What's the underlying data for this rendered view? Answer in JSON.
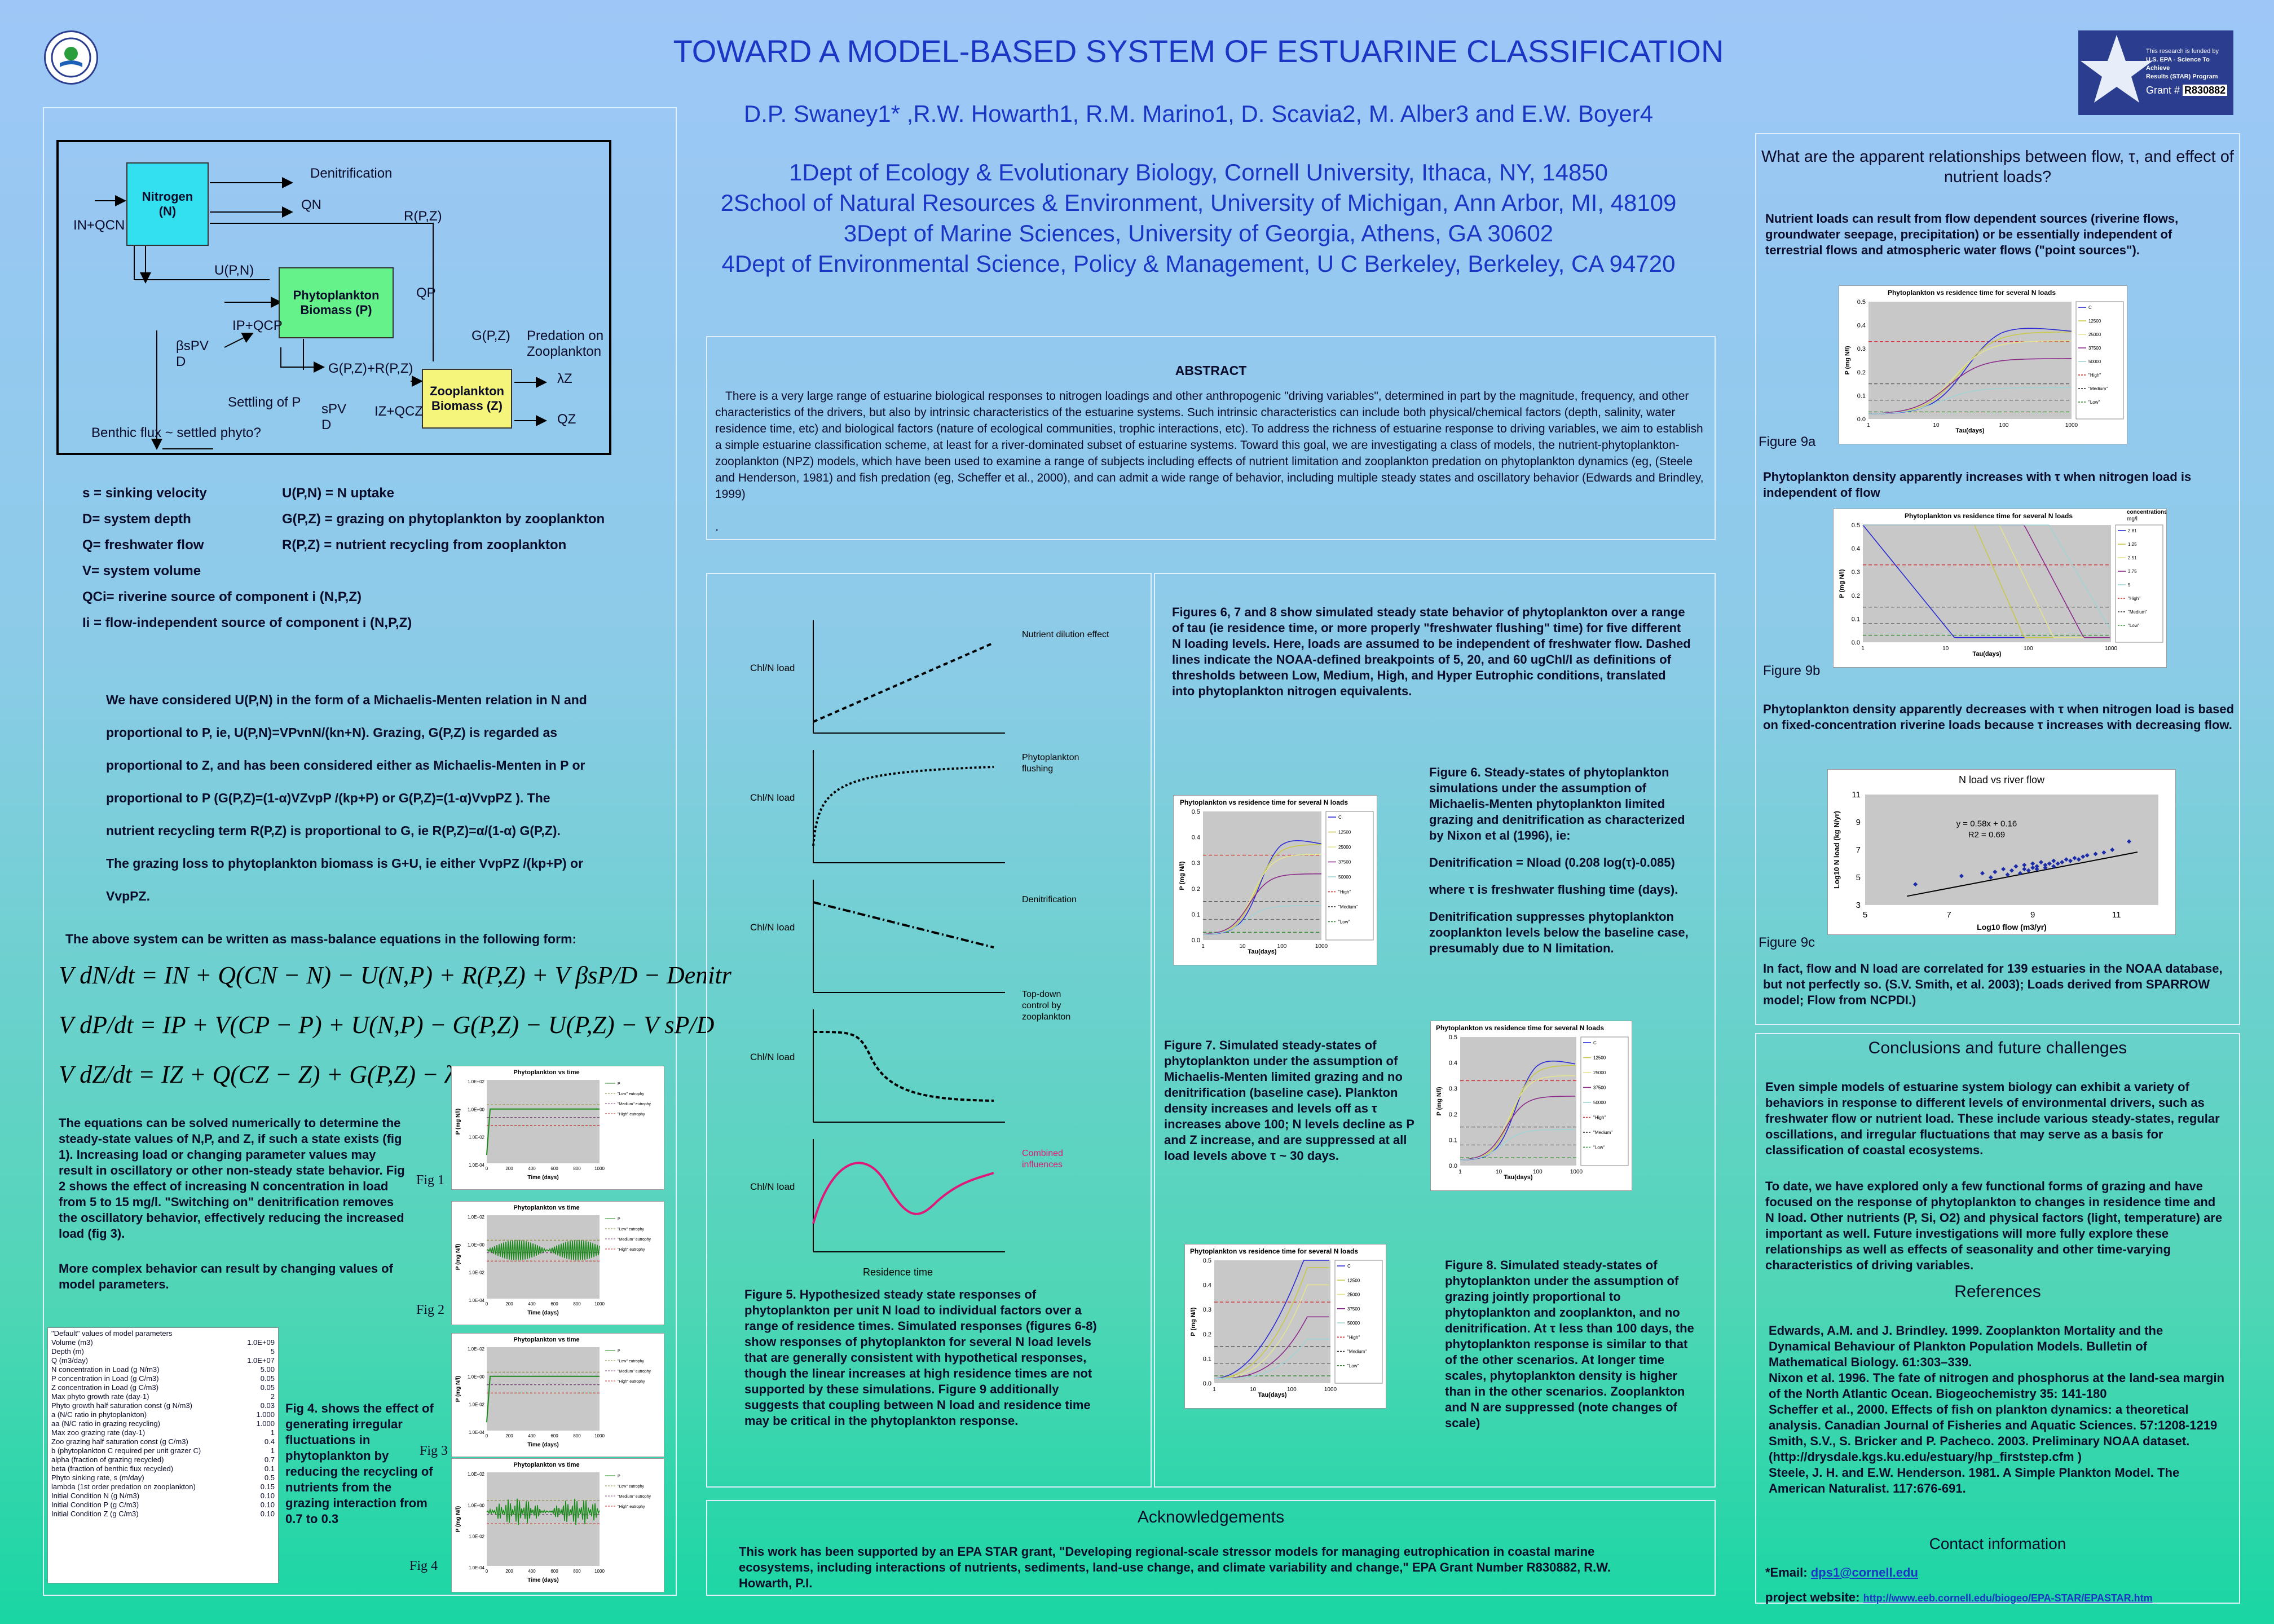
{
  "header": {
    "title": "TOWARD A MODEL-BASED SYSTEM OF ESTUARINE CLASSIFICATION",
    "authors": "D.P. Swaney1* ,R.W. Howarth1, R.M. Marino1, D. Scavia2, M. Alber3 and E.W. Boyer4",
    "affiliations": [
      "1Dept of Ecology & Evolutionary Biology, Cornell University, Ithaca, NY, 14850",
      "2School of Natural Resources & Environment, University of Michigan, Ann Arbor, MI, 48109",
      "3Dept of Marine Sciences, University of Georgia, Athens, GA 30602",
      "4Dept of Environmental Science, Policy & Management, U C Berkeley, Berkeley, CA 94720"
    ],
    "funding_line1": "This research is funded by",
    "funding_line2": "U.S. EPA - Science To Achieve",
    "funding_line3": "Results (STAR) Program",
    "grant_label": "Grant #",
    "grant_number": "R830882"
  },
  "model_diagram": {
    "nitrogen": "Nitrogen\n(N)",
    "phyto": "Phytoplankton\nBiomass (P)",
    "zoo": "Zooplankton\nBiomass (Z)",
    "denitrification": "Denitrification",
    "qn": "QN",
    "rpz": "R(P,Z)",
    "in_qc": "IN+QCN",
    "upn": "U(P,N)",
    "ip_qcp": "IP+QCP",
    "qp": "QP",
    "gpz": "G(P,Z)",
    "predation": "Predation on\nZooplankton",
    "bspv": "βsPV\nD",
    "gpz_rpz": "G(P,Z)+R(P,Z)",
    "settling": "Settling of P",
    "spv": "sPV\nD",
    "iz_qcz": "IZ+QCZ",
    "lambda_z": "λZ",
    "qz": "QZ",
    "benthic": "Benthic flux ~ settled phyto?"
  },
  "definitions": {
    "left": [
      "s = sinking velocity",
      "D= system depth",
      "Q= freshwater flow",
      "V= system volume",
      "QCi= riverine source of component i (N,P,Z)",
      "Ii = flow-independent source of component i (N,P,Z)"
    ],
    "right": [
      "U(P,N) =  N uptake",
      "G(P,Z) =  grazing on phytoplankton by zooplankton",
      "R(P,Z) = nutrient recycling from zooplankton"
    ]
  },
  "left_text": {
    "para1": [
      "We have considered U(P,N) in the form of a Michaelis-Menten relation in N and",
      "proportional to P, ie, U(P,N)=VPvnN/(kn+N).  Grazing, G(P,Z) is regarded as",
      "proportional to Z, and has been considered either as Michaelis-Menten in P or",
      "proportional to P (G(P,Z)=(1-α)VZvpP /(kp+P) or G(P,Z)=(1-α)VvpPZ ).  The",
      "nutrient recycling term R(P,Z) is proportional to G, ie R(P,Z)=α/(1-α) G(P,Z).",
      "The grazing loss to phytoplankton biomass is G+U, ie either VvpPZ /(kp+P) or",
      "VvpPZ."
    ],
    "mass_balance": "The above system can be written as mass-balance equations in the following form:",
    "eq1": "V dN/dt = IN + Q(CN − N) − U(N,P) + R(P,Z) + V βsP/D − Denitr",
    "eq2": "V dP/dt = IP + V(CP − P) + U(N,P) − G(P,Z) − U(P,Z) − V sP/D",
    "eq3": "V dZ/dt = IZ + Q(CZ − Z) + G(P,Z) − λ VZ",
    "solve_text": "The equations can be solved numerically to determine the steady-state values of N,P, and Z, if such a state exists (fig 1).  Increasing load or changing parameter values may result in oscillatory or other non-steady state behavior. Fig 2 shows the effect of increasing N concentration in load from 5 to 15 mg/l.  \"Switching on\" denitrification removes the oscillatory behavior, effectively reducing the increased load (fig 3).",
    "complex_text": "More complex behavior can result by changing values of model parameters.",
    "fig4_text": "Fig 4. shows the effect of generating irregular fluctuations in phytoplankton by reducing the recycling of nutrients from the grazing interaction from 0.7 to 0.3"
  },
  "param_table": {
    "title": "\"Default\" values of model parameters",
    "rows": [
      [
        "Volume (m3)",
        "1.0E+09"
      ],
      [
        "Depth (m)",
        "5"
      ],
      [
        "Q (m3/day)",
        "1.0E+07"
      ],
      [
        "N concentration in Load (g N/m3)",
        "5.00"
      ],
      [
        "P concentration in Load (g C/m3)",
        "0.05"
      ],
      [
        "Z concentration in Load (g C/m3)",
        "0.05"
      ],
      [
        "Max phyto growth rate (day-1)",
        "2"
      ],
      [
        "Phyto growth half saturation const (g N/m3)",
        "0.03"
      ],
      [
        "a (N/C ratio in phytoplankton)",
        "1.000"
      ],
      [
        "aa (N/C ratio in grazing recycling)",
        "1.000"
      ],
      [
        "Max zoo grazing rate (day-1)",
        "1"
      ],
      [
        "Zoo grazing half saturation const (g C/m3)",
        "0.4"
      ],
      [
        "b (phytoplankton C required per unit grazer C)",
        "1"
      ],
      [
        "alpha (fraction of grazing recycled)",
        "0.7"
      ],
      [
        "beta (fraction of benthic flux recycled)",
        "0.1"
      ],
      [
        "Phyto sinking rate, s (m/day)",
        "0.5"
      ],
      [
        "lambda (1st order predation on zooplankton)",
        "0.15"
      ],
      [
        "Initial Condition N (g N/m3)",
        "0.10"
      ],
      [
        "Initial Condition P (g C/m3)",
        "0.10"
      ],
      [
        "Initial Condition Z (g C/m3)",
        "0.10"
      ]
    ]
  },
  "time_charts": {
    "title": "Phytoplankton vs time",
    "ylabel": "P (mg N/l)",
    "xlabel": "Time (days)",
    "yticks": [
      "1.0E+02",
      "1.0E+00",
      "1.0E-02",
      "1.0E-04"
    ],
    "xticks": [
      "0",
      "200",
      "400",
      "600",
      "800",
      "1000"
    ],
    "legend": [
      "P",
      "\"Low\" eutrophy",
      "\"Medium\" eutrophy",
      "\"High\" eutrophy"
    ],
    "labels": [
      "Fig 1",
      "Fig 2",
      "Fig 3",
      "Fig 4"
    ]
  },
  "abstract": {
    "heading": "ABSTRACT",
    "body": "There is a very large range of estuarine biological responses to nitrogen loadings and other anthropogenic \"driving variables\", determined in part by the magnitude, frequency, and other characteristics of the drivers, but also by intrinsic characteristics of the estuarine systems. Such intrinsic characteristics can include both physical/chemical factors (depth, salinity, water residence time, etc) and biological factors (nature of ecological communities, trophic interactions, etc). To address the richness of estuarine response to driving variables, we aim to establish a simple estuarine classification scheme, at least for a river-dominated subset of estuarine systems. Toward this goal, we are investigating a class of models, the nutrient-phytoplankton-zooplankton (NPZ) models, which have been used to examine a range of subjects including effects of nutrient limitation and zooplankton predation on phytoplankton dynamics (eg, (Steele and Henderson, 1981) and fish predation (eg, Scheffer et al., 2000), and can admit a wide range of behavior, including multiple steady states and oscillatory behavior (Edwards and Brindley, 1999)",
    "dot": "."
  },
  "fig5": {
    "ylabel": "Chl/N load",
    "xlabel": "Residence time",
    "panels": [
      "Nutrient dilution effect",
      "Phytoplankton\nflushing",
      "Denitrification",
      "Top-down\ncontrol by\nzooplankton",
      "Combined\ninfluences"
    ],
    "caption": "Figure 5. Hypothesized steady state responses of phytoplankton per unit N load to individual factors over a range of residence times.  Simulated responses (figures 6-8) show responses of phytoplankton for several N load levels that are generally consistent with hypothetical responses, though the linear increases at high residence times are not supported by these simulations.  Figure 9 additionally suggests that coupling between N load and residence time may be critical in the phytoplankton response."
  },
  "middle_text": {
    "intro": "Figures  6, 7 and 8 show simulated steady state behavior of phytoplankton over a range of tau (ie residence time, or more properly \"freshwater flushing\" time) for five different N loading levels.  Here, loads are assumed to be independent of freshwater flow.  Dashed lines indicate the NOAA-defined breakpoints of 5, 20, and 60  ugChl/l as definitions of thresholds between Low, Medium, High, and Hyper Eutrophic conditions, translated into phytoplankton nitrogen equivalents.",
    "fig6_a": "Figure 6. Steady-states of phytoplankton simulations under the assumption of Michaelis-Menten phytoplankton limited grazing and denitrification as characterized by Nixon et al (1996), ie:",
    "fig6_b": "Denitrification = Nload (0.208 log(τ)-0.085)",
    "fig6_c": "where τ is freshwater flushing time (days).",
    "fig6_d": "Denitrification suppresses phytoplankton zooplankton levels below the baseline case, presumably due to N limitation.",
    "fig7": "Figure 7. Simulated steady-states of phytoplankton under the assumption of Michaelis-Menten limited grazing and no denitrification (baseline case). Plankton density increases and levels off as τ increases above 100; N levels decline as P and Z increase, and are suppressed at all load levels above  τ ~ 30 days.",
    "fig8": "Figure 8. Simulated steady-states of phytoplankton under the assumption of  grazing jointly proportional to phytoplankton and zooplankton, and no denitrification.  At τ less than 100 days, the phytoplankton response is similar to that of the other scenarios. At longer time scales, phytoplankton density is higher than in the other scenarios.  Zooplankton and N are suppressed (note changes of scale)"
  },
  "tau_chart": {
    "title": "Phytoplankton vs residence time for several N loads",
    "ylabel": "P (mg N/l)",
    "xlabel": "Tau(days)",
    "xticks": [
      "1",
      "10",
      "100",
      "1000"
    ],
    "yticks": [
      "0.5",
      "0.4",
      "0.3",
      "0.2",
      "0.1",
      "0.0"
    ],
    "legend": [
      "C",
      "12500",
      "25000",
      "37500",
      "50000",
      "\"High\"",
      "\"Medium\"",
      "\"Low\""
    ],
    "legend_b_title": "concentrations\nmg/l",
    "legend_b": [
      "2.81",
      "1.25",
      "2.51",
      "3.75",
      "5",
      "\"High\"",
      "\"Medium\"",
      "\"Low\""
    ]
  },
  "right": {
    "question": "What are the apparent relationships between flow, τ, and effect of nutrient loads?",
    "intro": "Nutrient loads can result from flow dependent sources (riverine flows, groundwater seepage, precipitation) or be essentially independent of terrestrial flows and atmospheric water flows (\"point sources\").",
    "fig9a_label": "Figure 9a",
    "fig9a_text": "Phytoplankton density apparently increases with τ when nitrogen load is independent of flow",
    "fig9b_label": "Figure 9b",
    "fig9b_text": "Phytoplankton density apparently decreases with τ when nitrogen load is based on fixed-concentration riverine loads because τ increases with decreasing flow.",
    "fig9c_label": "Figure 9c",
    "fig9c_text": "In fact, flow and N load are correlated for 139 estuaries in the NOAA database, but not perfectly so. (S.V. Smith, et al. 2003); Loads derived from SPARROW model; Flow from NCPDI.)",
    "conclusions_head": "Conclusions and future challenges",
    "conclusions_1": "Even simple models of estuarine system biology can exhibit a variety of behaviors in response to different levels of environmental drivers, such as freshwater flow or nutrient load.  These include various steady-states, regular oscillations, and irregular fluctuations that may serve as a basis for classification of coastal ecosystems.",
    "conclusions_2": "To date, we have explored only a few functional forms of grazing and have focused on the response of phytoplankton to changes in residence time and N load.  Other nutrients (P, Si, O2) and physical factors (light, temperature) are important as well.  Future investigations will more fully explore these relationships as well as effects of seasonality and other time-varying characteristics of driving variables.",
    "references_head": "References",
    "references": [
      "Edwards, A.M. and J. Brindley. 1999. Zooplankton Mortality and the Dynamical Behaviour of Plankton Population Models. Bulletin of Mathematical Biology. 61:303–339.",
      "Nixon et al. 1996. The fate of nitrogen and phosphorus at the land-sea margin of the North Atlantic Ocean. Biogeochemistry 35: 141-180",
      "Scheffer et al., 2000. Effects of fish on plankton dynamics: a theoretical analysis. Canadian Journal of Fisheries and Aquatic Sciences. 57:1208-1219",
      "Smith, S.V., S. Bricker and P. Pacheco. 2003. Preliminary NOAA dataset. (http://drysdale.kgs.ku.edu/estuary/hp_firststep.cfm )",
      "Steele, J. H. and E.W. Henderson. 1981. A Simple Plankton Model. The American Naturalist. 117:676-691."
    ],
    "contact_head": "Contact  information",
    "email_label": "*Email:",
    "email": "dps1@cornell.edu",
    "website_label": "project website:",
    "website": "http://www.eeb.cornell.edu/biogeo/EPA-STAR/EPASTAR.htm"
  },
  "scatter": {
    "title": "N load vs river flow",
    "equation": "y = 0.58x + 0.16",
    "r2": "R2 = 0.69",
    "xlabel": "Log10 flow (m3/yr)",
    "ylabel": "Log10 N load (kg N/yr)",
    "xticks": [
      "5",
      "7",
      "9",
      "11"
    ],
    "yticks": [
      "11",
      "9",
      "7",
      "5",
      "3"
    ]
  },
  "acknowledgements": {
    "heading": "Acknowledgements",
    "body": "This work has been supported by an EPA STAR grant, \"Developing regional-scale stressor models for managing eutrophication in coastal marine ecosystems, including interactions of nutrients, sediments, land-use change, and climate variability and change,\" EPA Grant Number R830882,  R.W. Howarth, P.I."
  },
  "colors": {
    "title_blue": "#1b35c4",
    "nitrogen_box": "#33e0f0",
    "phyto_box": "#66f28a",
    "zoo_box": "#f4f57a",
    "pink": "#e0187a"
  },
  "chart_data": [
    {
      "type": "scatter",
      "title": "N load vs river flow",
      "xlabel": "Log10 flow (m3/yr)",
      "ylabel": "Log10 N load (kg N/yr)",
      "xlim": [
        5,
        12
      ],
      "ylim": [
        3,
        11
      ],
      "trend": {
        "slope": 0.58,
        "intercept": 0.16
      },
      "x": [
        6.2,
        7.3,
        7.8,
        8.0,
        8.1,
        8.3,
        8.4,
        8.5,
        8.6,
        8.7,
        8.8,
        8.8,
        8.9,
        9.0,
        9.0,
        9.1,
        9.1,
        9.2,
        9.3,
        9.3,
        9.4,
        9.5,
        9.5,
        9.6,
        9.7,
        9.8,
        9.9,
        10.0,
        10.1,
        10.2,
        10.3,
        10.5,
        10.7,
        10.9,
        11.3
      ],
      "y": [
        4.5,
        5.1,
        5.3,
        5.0,
        5.4,
        5.6,
        5.2,
        5.5,
        5.8,
        5.3,
        5.6,
        5.9,
        5.5,
        5.7,
        6.0,
        5.6,
        5.8,
        6.1,
        5.7,
        5.9,
        6.0,
        5.8,
        6.2,
        6.0,
        6.1,
        6.3,
        6.2,
        6.4,
        6.3,
        6.5,
        6.6,
        6.7,
        6.8,
        7.0,
        7.6
      ]
    }
  ]
}
